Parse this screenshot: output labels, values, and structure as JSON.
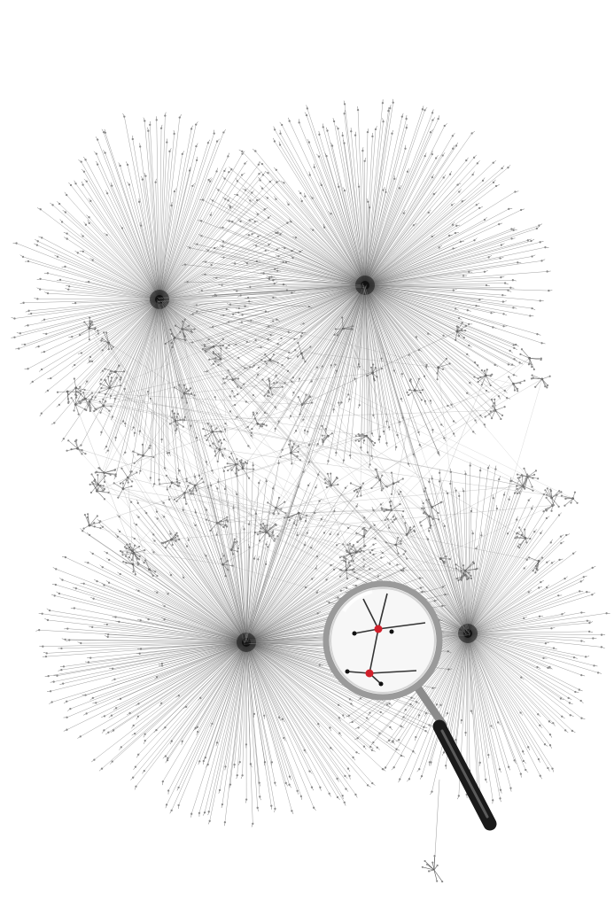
{
  "diagram": {
    "type": "network-graph",
    "title": "",
    "colors": {
      "background": "#ffffff",
      "edge": "#555555",
      "node": "#8a8a8a",
      "hub": "#111111",
      "highlight_node": "#d11f2a",
      "lens_rim": "#9a9a9a",
      "lens_glass": "#f7f7f7",
      "handle": "#1a1a1a"
    },
    "hubs": [
      {
        "name": "hub-top-left",
        "leaves": 260
      },
      {
        "name": "hub-top-right",
        "leaves": 380
      },
      {
        "name": "hub-bottom-left",
        "leaves": 380
      },
      {
        "name": "hub-bottom-right",
        "leaves": 240
      }
    ],
    "middle_clusters": 85,
    "magnifier": {
      "icon": "magnifying-glass-icon",
      "inset": "zoomed-subgraph",
      "highlighted_nodes": 2
    }
  }
}
